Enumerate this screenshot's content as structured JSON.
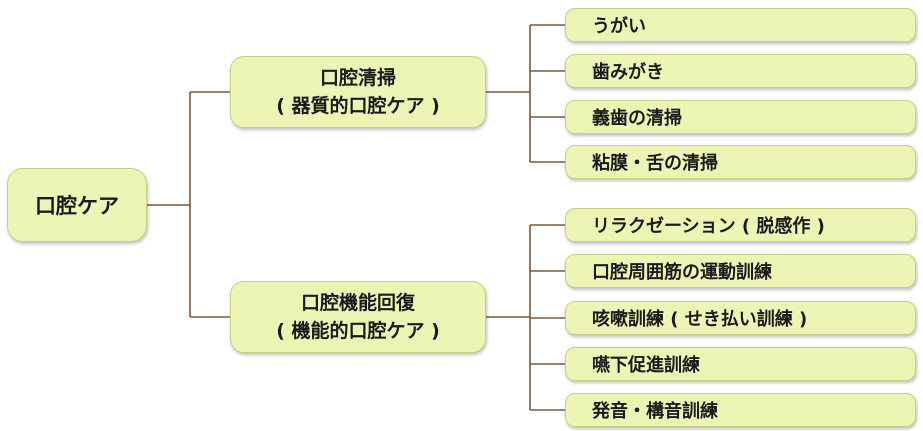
{
  "root": {
    "label": "口腔ケア"
  },
  "categories": [
    {
      "title": "口腔清掃",
      "subtitle": "( 器質的口腔ケア )",
      "items": [
        "うがい",
        "歯みがき",
        "義歯の清掃",
        "粘膜・舌の清掃"
      ]
    },
    {
      "title": "口腔機能回復",
      "subtitle": "( 機能的口腔ケア )",
      "items": [
        "リラクゼーション ( 脱感作 )",
        "口腔周囲筋の運動訓練",
        "咳嗽訓練 ( せき払い訓練 )",
        "嚥下促進訓練",
        "発音・構音訓練"
      ]
    }
  ],
  "colors": {
    "node_fill": "#ecf5b3",
    "node_border": "#c9cf86",
    "connector": "#7a5a3c"
  }
}
